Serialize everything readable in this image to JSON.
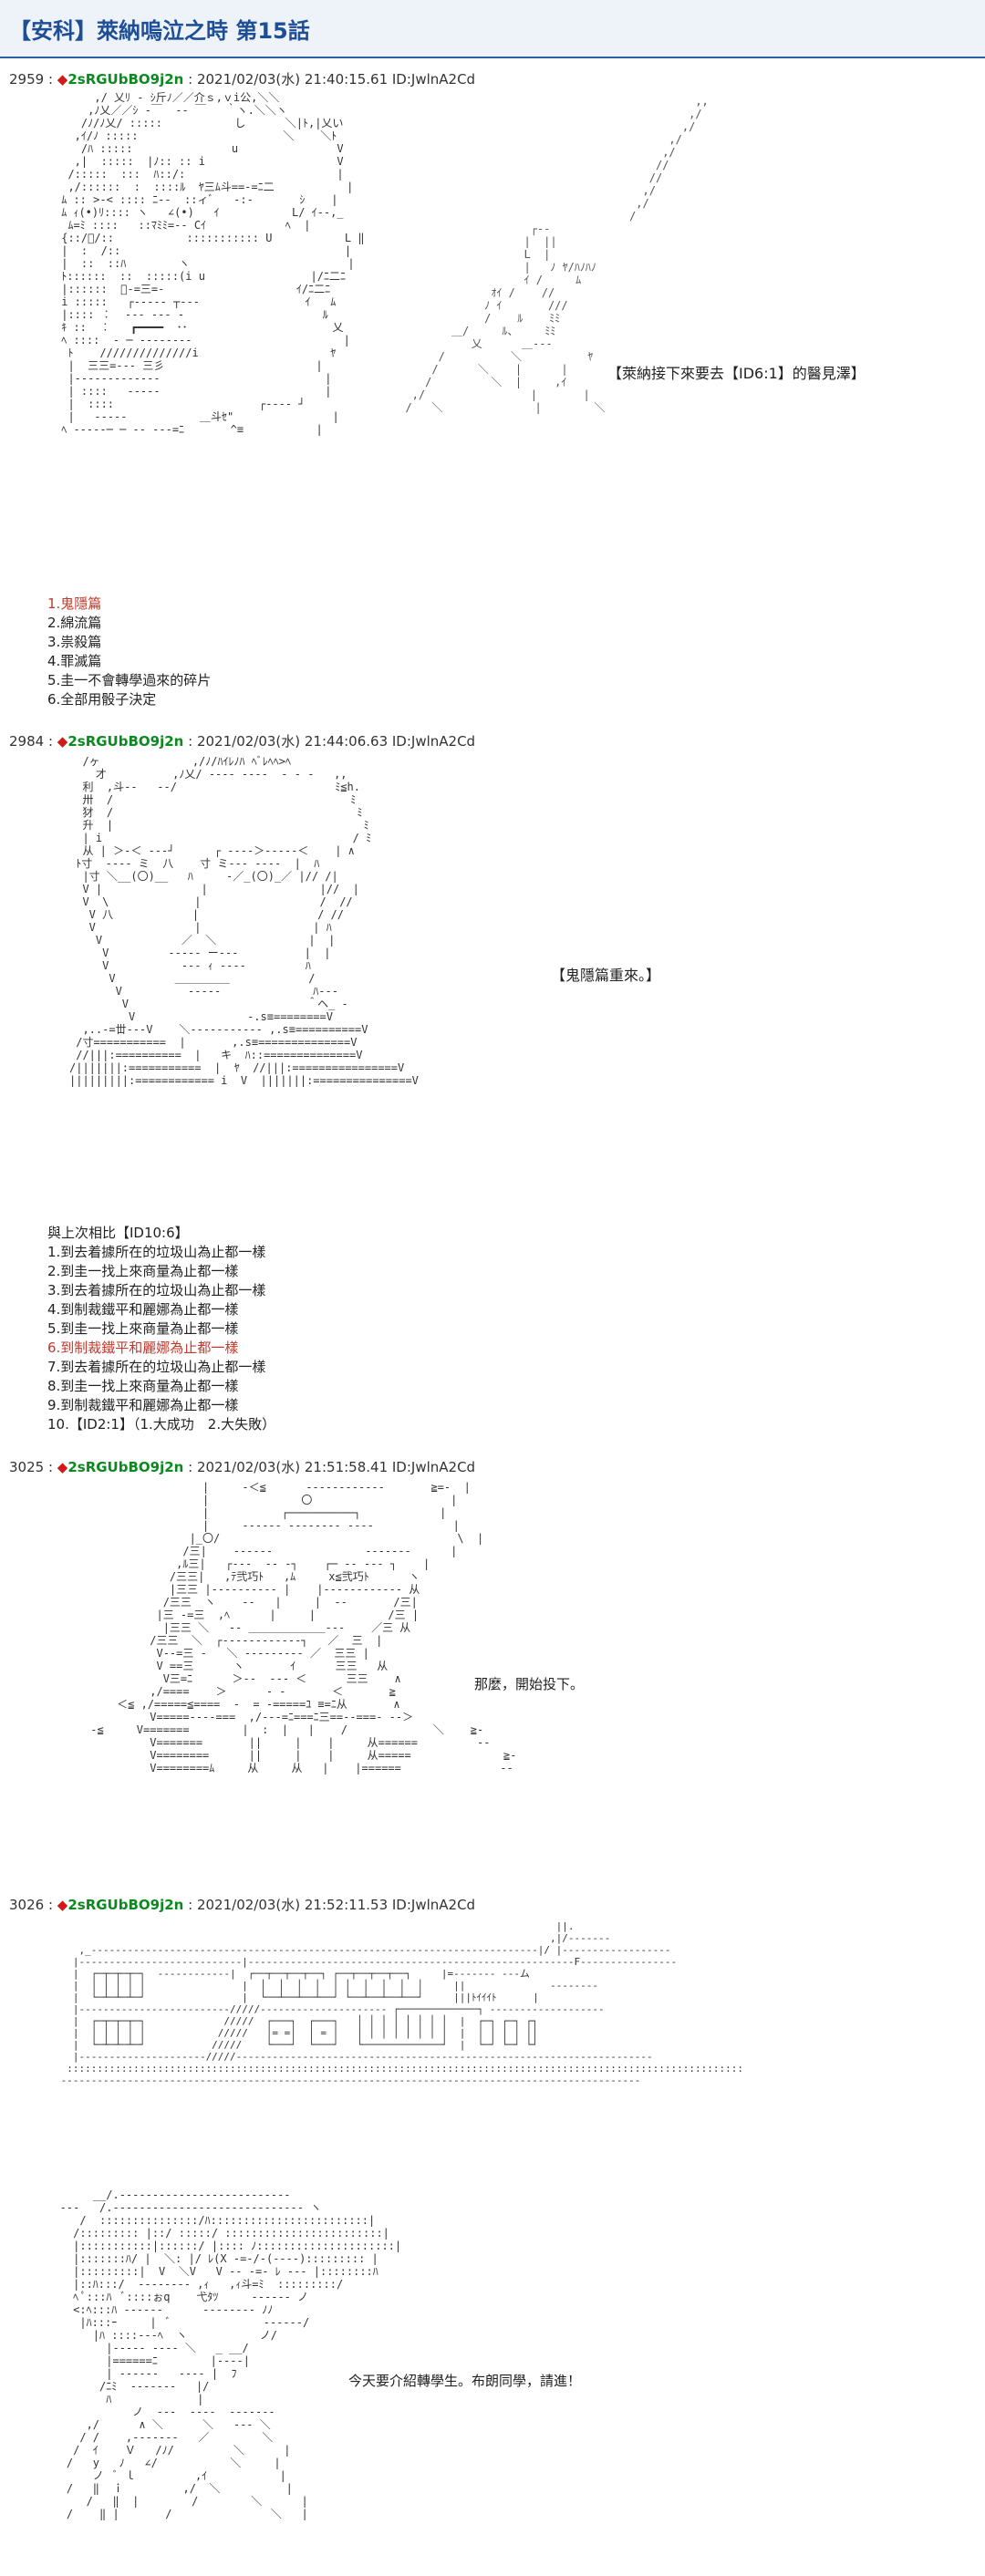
{
  "page": {
    "title": "【安科】萊納嗚泣之時 第15話"
  },
  "posts": [
    {
      "number": "2959 :",
      "name": "2sRGUbBO9j2n",
      "meta": ": 2021/02/03(水) 21:40:15.61 ID:JwlnA2Cd",
      "bracket": "【萊納接下來要去【ID6:1】的醫見澤】",
      "list": [
        "1.鬼隱篇",
        "2.綿流篇",
        "3.祟殺篇",
        "4.罪滅篇",
        "5.圭一不會轉學過來的碎片",
        "6.全部用骰子決定"
      ]
    },
    {
      "number": "2984 :",
      "name": "2sRGUbBO9j2n",
      "meta": ": 2021/02/03(水) 21:44:06.63 ID:JwlnA2Cd",
      "bracket": "【鬼隱篇重來。】",
      "lead": "與上次相比【ID10:6】",
      "list": [
        "1.到去着據所在的垃圾山為止都一樣",
        "2.到圭一找上來商量為止都一樣",
        "3.到去着據所在的垃圾山為止都一樣",
        "4.到制裁鐵平和麗娜為止都一樣",
        "5.到圭一找上來商量為止都一樣",
        "6.到制裁鐵平和麗娜為止都一樣",
        "7.到去着據所在的垃圾山為止都一樣",
        "8.到圭一找上來商量為止都一樣",
        "9.到制裁鐵平和麗娜為止都一樣",
        "10.【ID2:1】（1.大成功　2.大失敗）"
      ]
    },
    {
      "number": "3025 :",
      "name": "2sRGUbBO9j2n",
      "meta": ": 2021/02/03(水) 21:51:58.41 ID:JwlnA2Cd",
      "dialog": "那麼，開始投下。"
    },
    {
      "number": "3026 :",
      "name": "2sRGUbBO9j2n",
      "meta": ": 2021/02/03(水) 21:52:11.53 ID:JwlnA2Cd",
      "dialog": "今天要介紹轉學生。布朗同學，請進！"
    }
  ],
  "colors": {
    "title": "#1e4e95",
    "name": "#0a8a1f",
    "diamond": "#d11b1b",
    "highlight": "#c0392b"
  }
}
